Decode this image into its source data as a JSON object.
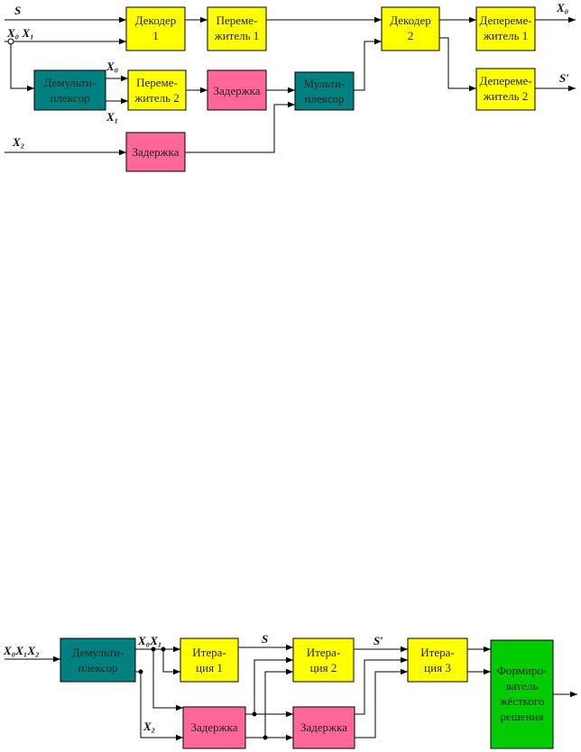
{
  "colors": {
    "yellow": "#ffff00",
    "teal": "#008080",
    "pink": "#ff6699",
    "green": "#00cc00"
  },
  "top": {
    "labels": {
      "s_in": "S",
      "x0x1_in": "X₀ X₁",
      "x0_demux": "X₀",
      "x1_demux": "X₁",
      "x2_in": "X₂",
      "x0_out": "X₀",
      "s_out": "S′"
    },
    "blocks": {
      "decoder1": [
        "Декодер",
        "1"
      ],
      "interleaver1": [
        "Переме-",
        "житель 1"
      ],
      "decoder2": [
        "Декодер",
        "2"
      ],
      "deinterleaver1": [
        "Деперeме-",
        "житель 1"
      ],
      "demux": [
        "Демульти-",
        "плексор"
      ],
      "interleaver2": [
        "Переме-",
        "житель 2"
      ],
      "delay1": [
        "Задержка"
      ],
      "mux": [
        "Мульти-",
        "плексор"
      ],
      "deinterleaver2": [
        "Деперeме-",
        "житель 2"
      ],
      "delay2": [
        "Задержка"
      ]
    }
  },
  "bottom": {
    "labels": {
      "x_in": "X₀X₁X₂",
      "x0x1": "X₀X₁",
      "x2": "X₂",
      "s": "S",
      "s_prime": "S′"
    },
    "blocks": {
      "demux": [
        "Демульти-",
        "плексор"
      ],
      "iter1": [
        "Итера-",
        "ция 1"
      ],
      "iter2": [
        "Итера-",
        "ция 2"
      ],
      "iter3": [
        "Итера-",
        "ция 3"
      ],
      "delay1": [
        "Задержка"
      ],
      "delay2": [
        "Задержка"
      ],
      "hard": [
        "Формиро-",
        "ватель",
        "жёсткого",
        "решения"
      ]
    }
  }
}
